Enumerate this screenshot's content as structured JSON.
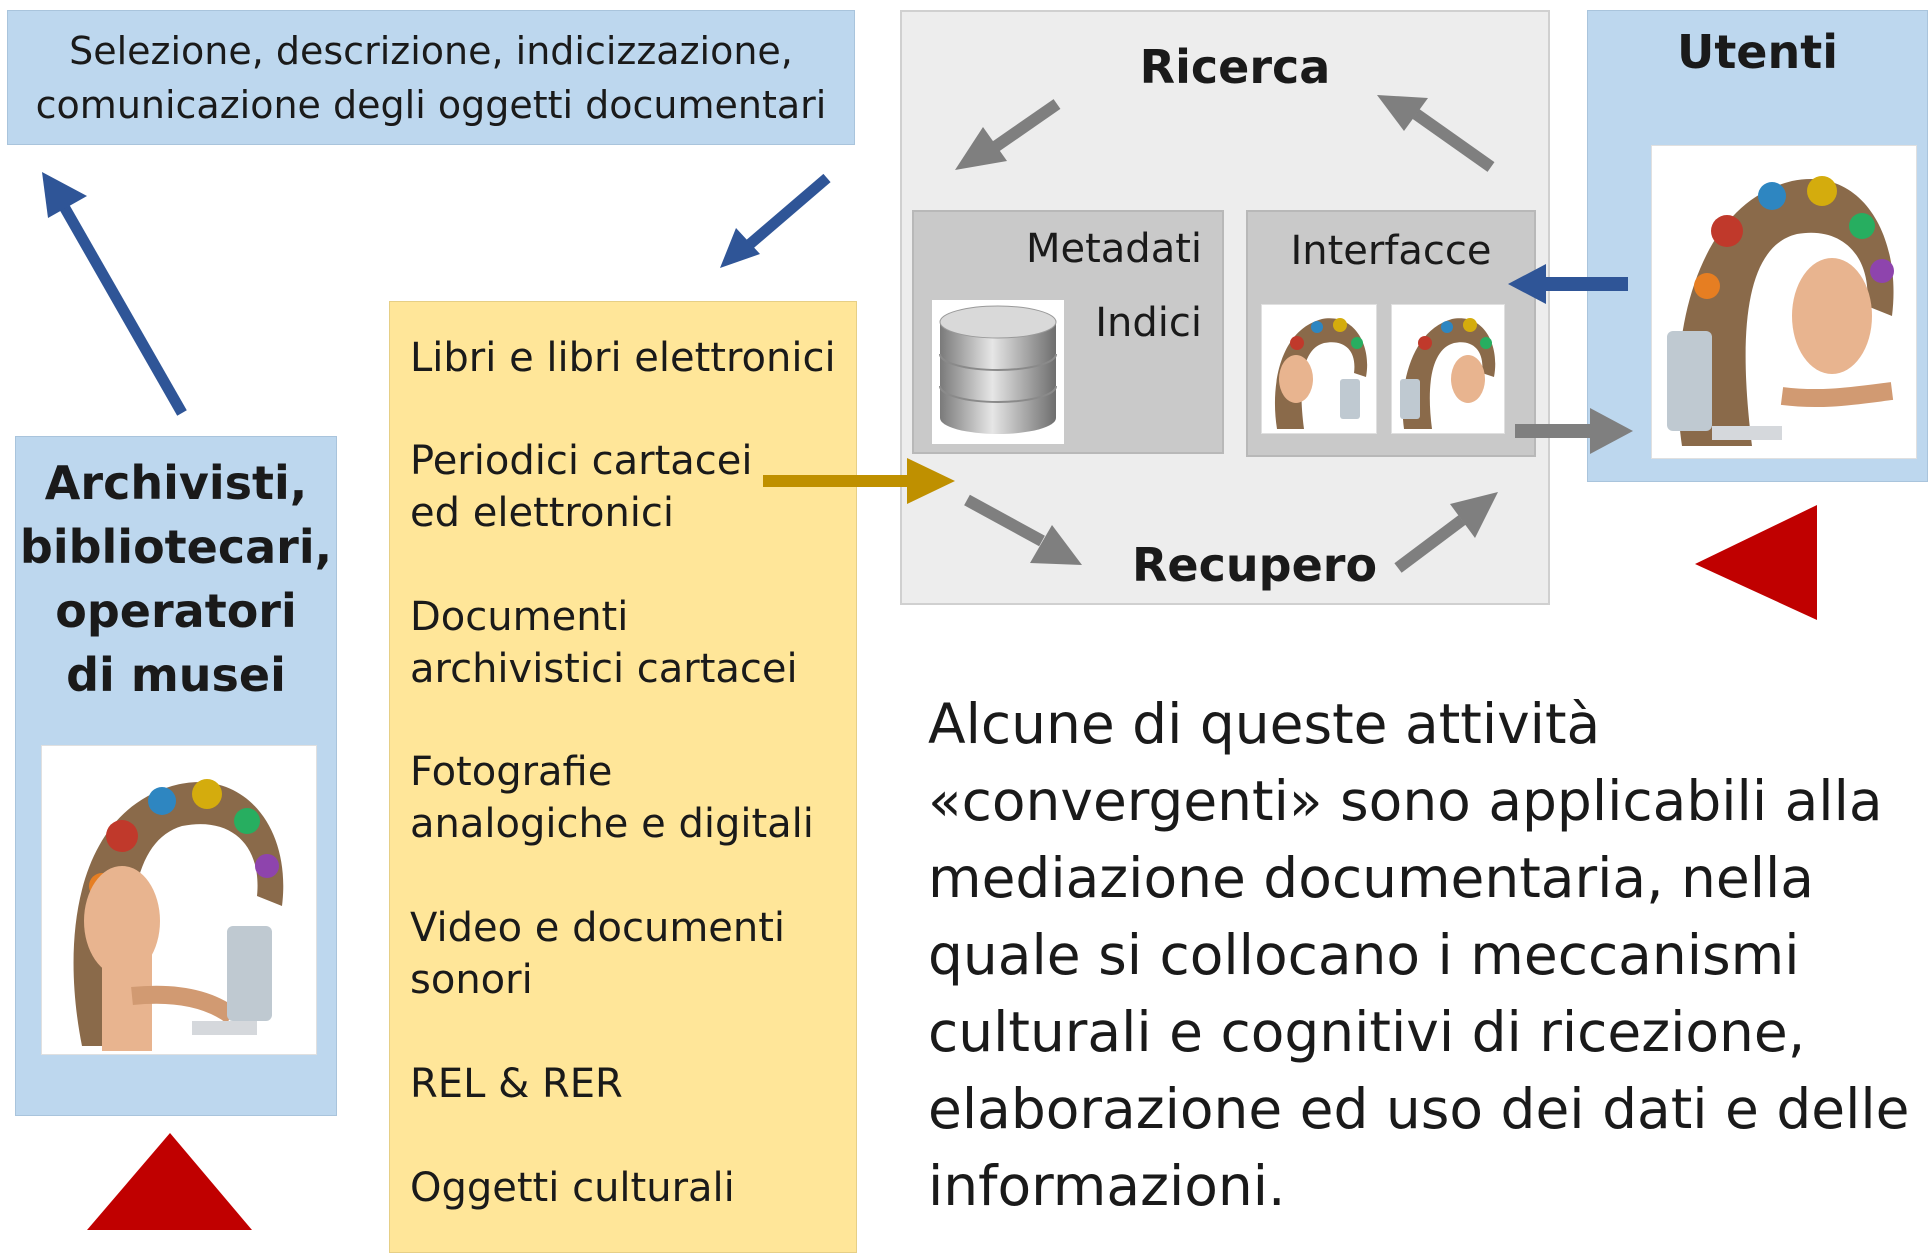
{
  "top_box": {
    "line1": "Selezione, descrizione, indicizzazione,",
    "line2": "comunicazione degli oggetti documentari"
  },
  "archivists": {
    "title": "Archivisti,\nbibliotecari,\noperatori\ndi musei"
  },
  "materials": {
    "items": [
      "Libri e libri elettronici",
      "Periodici cartacei\ned elettronici",
      "Documenti\narchivistici cartacei",
      "Fotografie\nanalogiche  e digitali",
      "Video e documenti\nsonori",
      "REL & RER",
      "Oggetti culturali"
    ]
  },
  "system": {
    "ricerca": "Ricerca",
    "recupero": "Recupero",
    "metadati": "Metadati",
    "indici": "Indici",
    "interfacce": "Interfacce"
  },
  "utenti": {
    "title": "Utenti"
  },
  "note": "Alcune di queste attività\n«convergenti» sono applicabili alla\nmediazione documentaria, nella\nquale si collocano i meccanismi\nculturali e cognitivi di ricezione,\nelaborazione ed uso dei dati e delle\ninformazioni.",
  "colors": {
    "blue_arrow": "#2f5597",
    "grey_arrow": "#7f7f7f",
    "gold_arrow": "#bf9000",
    "red_triangle": "#c00000",
    "blue_box": "#bdd7ee",
    "yellow_box": "#ffe699",
    "grey_panel": "#ededed"
  },
  "icons": [
    "database-icon",
    "portrait-illustration",
    "red-triangle-icon"
  ]
}
